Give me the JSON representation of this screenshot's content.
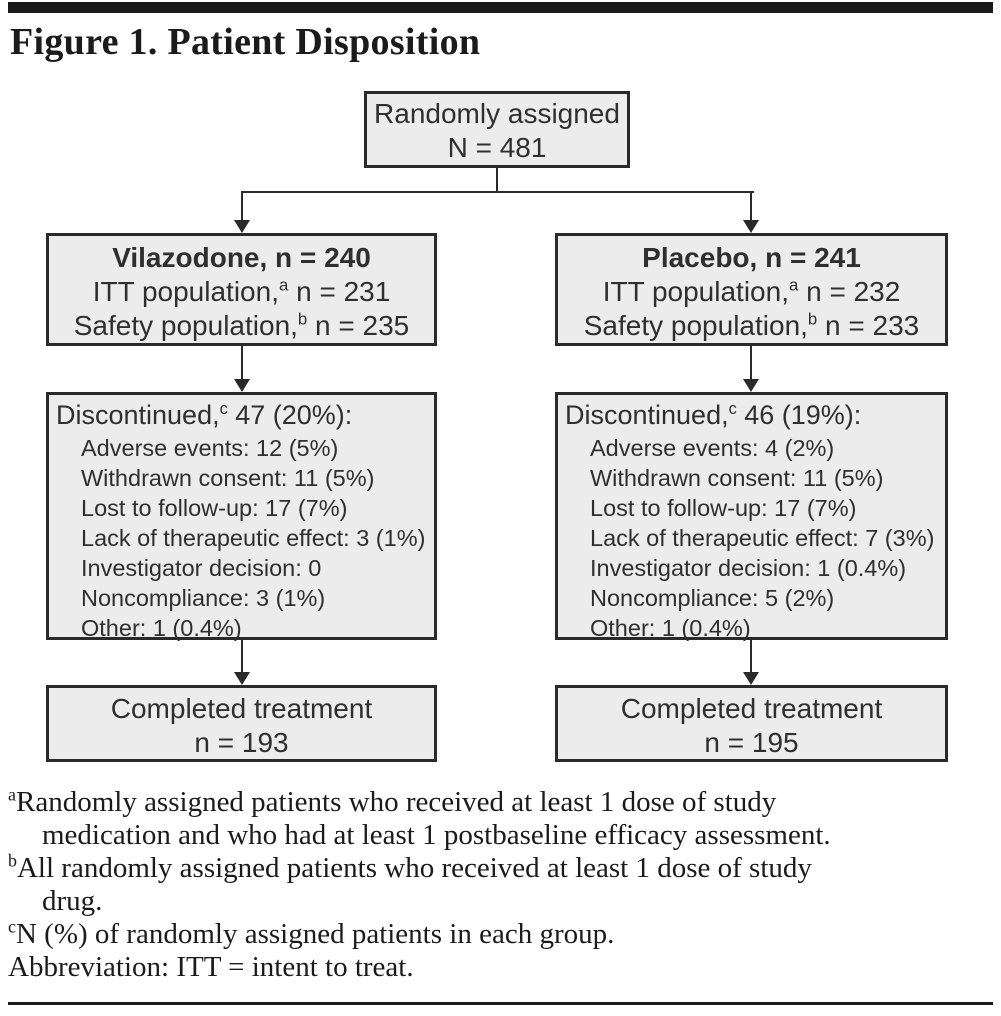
{
  "figure": {
    "title": "Figure 1. Patient Disposition"
  },
  "flow": {
    "top_box": {
      "line1": "Randomly assigned",
      "line2": "N = 481"
    },
    "columns": [
      {
        "name": "vilazodone",
        "group": {
          "title": "Vilazodone, n = 240",
          "itt_pre": "ITT population,",
          "itt_sup": "a",
          "itt_post": " n = 231",
          "safety_pre": "Safety population,",
          "safety_sup": "b",
          "safety_post": " n = 235"
        },
        "discontinued": {
          "header_pre": "Discontinued,",
          "header_sup": "c",
          "header_post": " 47 (20%):",
          "items": [
            "Adverse events: 12 (5%)",
            "Withdrawn consent: 11 (5%)",
            "Lost to follow-up: 17 (7%)",
            "Lack of therapeutic effect: 3 (1%)",
            "Investigator decision: 0",
            "Noncompliance: 3 (1%)",
            "Other: 1 (0.4%)"
          ]
        },
        "completed": {
          "line1": "Completed treatment",
          "line2": "n = 193"
        }
      },
      {
        "name": "placebo",
        "group": {
          "title": "Placebo, n = 241",
          "itt_pre": "ITT population,",
          "itt_sup": "a",
          "itt_post": " n = 232",
          "safety_pre": "Safety population,",
          "safety_sup": "b",
          "safety_post": " n = 233"
        },
        "discontinued": {
          "header_pre": "Discontinued,",
          "header_sup": "c",
          "header_post": " 46 (19%):",
          "items": [
            "Adverse events: 4 (2%)",
            "Withdrawn consent: 11 (5%)",
            "Lost to follow-up: 17 (7%)",
            "Lack of therapeutic effect: 7 (3%)",
            "Investigator decision: 1 (0.4%)",
            "Noncompliance: 5 (2%)",
            "Other: 1 (0.4%)"
          ]
        },
        "completed": {
          "line1": "Completed treatment",
          "line2": "n = 195"
        }
      }
    ]
  },
  "footnote_lines": [
    {
      "marker": "a",
      "text": "Randomly assigned patients who received at least 1 dose of study"
    },
    {
      "marker": "",
      "text": "medication and who had at least 1 postbaseline efficacy assessment."
    },
    {
      "marker": "b",
      "text": "All randomly assigned patients who received at least 1 dose of study"
    },
    {
      "marker": "",
      "text": "drug."
    },
    {
      "marker": "c",
      "text": "N (%) of randomly assigned patients in each group."
    },
    {
      "marker": "",
      "text": "Abbreviation: ITT = intent to treat."
    }
  ],
  "colors": {
    "box_fill": "#ececec",
    "box_border": "#2a2a2a",
    "box_text": "#2f2f2f",
    "ink": "#1a1a1a"
  }
}
